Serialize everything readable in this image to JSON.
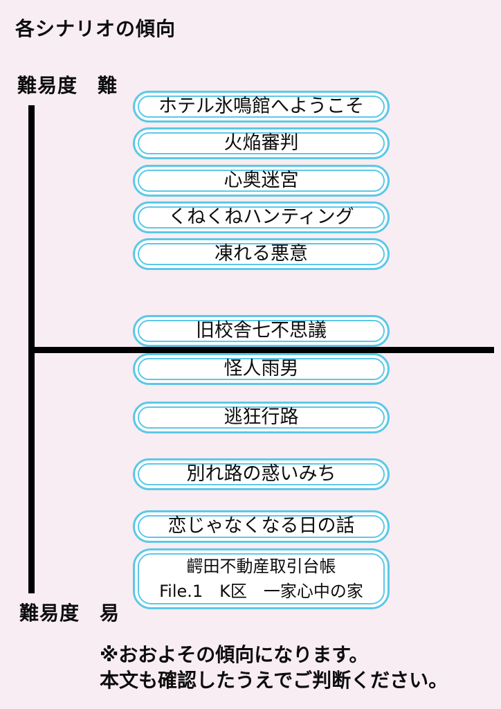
{
  "title": "各シナリオの傾向",
  "axis": {
    "hard_label": "難易度　難",
    "easy_label": "難易度　易"
  },
  "scenarios": [
    {
      "lines": [
        "ホテル氷鳴館へようこそ"
      ]
    },
    {
      "lines": [
        "火焔審判"
      ]
    },
    {
      "lines": [
        "心奥迷宮"
      ]
    },
    {
      "lines": [
        "くねくねハンティング"
      ]
    },
    {
      "lines": [
        "凍れる悪意"
      ]
    },
    {
      "lines": [
        "旧校舎七不思議"
      ]
    },
    {
      "lines": [
        "怪人雨男"
      ]
    },
    {
      "lines": [
        "逃狂行路"
      ]
    },
    {
      "lines": [
        "別れ路の惑いみち"
      ]
    },
    {
      "lines": [
        "恋じゃなくなる日の話"
      ]
    },
    {
      "lines": [
        "齶田不動産取引台帳",
        "File.1　K区　一家心中の家"
      ]
    }
  ],
  "footnote": {
    "line1": "※おおよその傾向になります。",
    "line2": "本文も確認したうえでご判断ください。"
  },
  "colors": {
    "background": "#f8edf3",
    "pill_border": "#5bc8e8",
    "pill_fill": "#ffffff",
    "axis_line": "#000000",
    "text": "#0d0d0d"
  }
}
